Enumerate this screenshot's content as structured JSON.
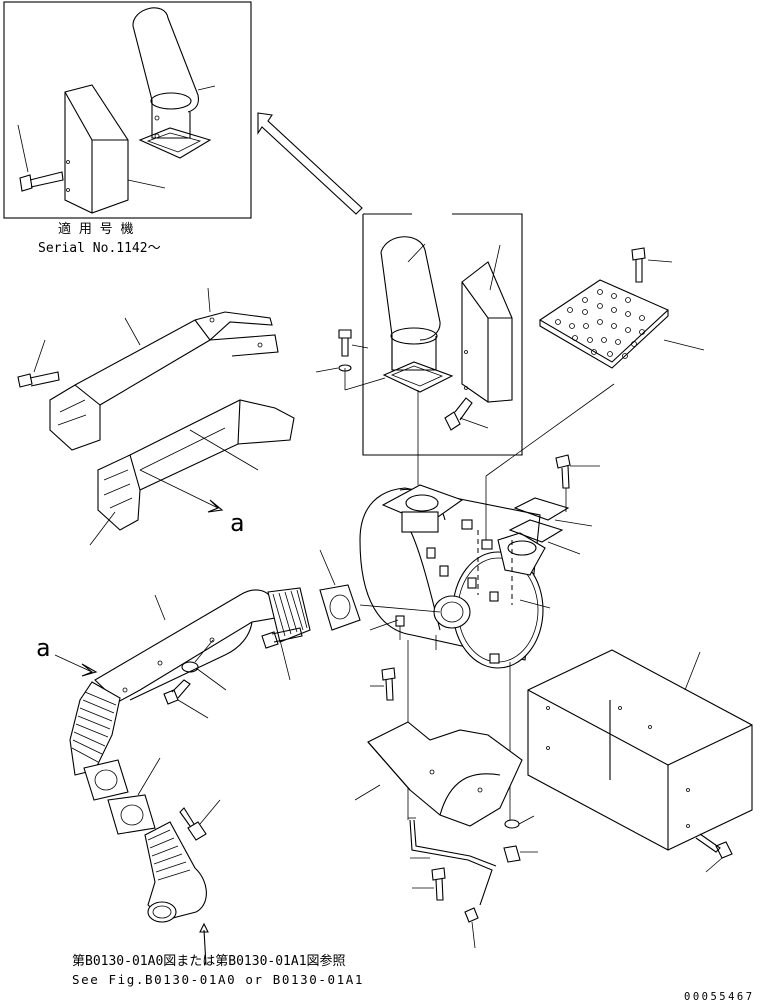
{
  "inset": {
    "line1": "適 用 号 機",
    "line2": "Serial No.1142～"
  },
  "view_labels": {
    "view_a_arrow": "a",
    "view_a_hose": "a"
  },
  "footnote": {
    "line1": "第B0130-01A0図または第B0130-01A1図参照",
    "line2": "See Fig.B0130-01A0 or B0130-01A1"
  },
  "drawing_code": "00055467",
  "icons": [
    "arrow-icon",
    "bolt-icon",
    "washer-icon",
    "nut-icon"
  ]
}
